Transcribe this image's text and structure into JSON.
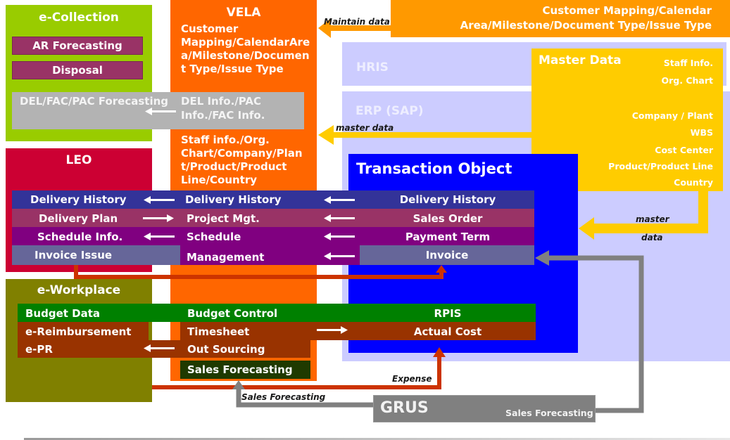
{
  "colors": {
    "ecollection": "#99cc00",
    "vela": "#ff6600",
    "leo": "#cc0033",
    "eworkplace": "#808000",
    "external_top": "#ff9900",
    "lavender": "#ccccff",
    "master_data": "#ffcc00",
    "transaction": "#0000ff",
    "grus": "#808080",
    "row_blue": "#333399",
    "row_rose": "#993366",
    "row_purple": "#800080",
    "row_slate": "#666699",
    "row_green": "#008000",
    "row_brown": "#993300",
    "row_darkgreen": "#1f3a00",
    "link_red": "#cc3300",
    "gray_light": "#b3b3b3"
  },
  "ecollection": {
    "title": "e-Collection",
    "items": [
      "AR Forecasting",
      "Disposal"
    ],
    "forecast": "DEL/FAC/PAC Forecasting"
  },
  "vela": {
    "title": "VELA",
    "mapping": [
      "Customer",
      "Mapping/CalendarAre",
      "a/Milestone/Documen",
      "t Type/Issue Type"
    ],
    "del_info": [
      "DEL Info./PAC",
      "Info./FAC Info."
    ],
    "staff": [
      "Staff info./Org.",
      "Chart/Company/Plan",
      "t/Product/Product",
      "Line/Country"
    ]
  },
  "external_top": {
    "lines": [
      "Customer Mapping/Calendar",
      "Area/Milestone/Document Type/Issue Type"
    ],
    "arrow_label": "Maintain data"
  },
  "hris": {
    "title": "HRIS"
  },
  "erp": {
    "title": "ERP (SAP)",
    "arrow_label": "master data"
  },
  "master_data": {
    "title": "Master Data",
    "items": [
      "Staff Info.",
      "Org. Chart",
      "Company / Plant",
      "WBS",
      "Cost Center",
      "Product/Product Line",
      "Country"
    ],
    "arrow_label_1": "master",
    "arrow_label_2": "data"
  },
  "leo": {
    "title": "LEO"
  },
  "transaction": {
    "title": "Transaction Object"
  },
  "flow_rows": [
    {
      "left": "Delivery History",
      "mid": "Delivery History",
      "right": "Delivery History",
      "left_arrow": "left",
      "right_arrow": "left"
    },
    {
      "left": "Delivery Plan",
      "mid": "Project Mgt.",
      "right": "Sales Order",
      "left_arrow": "right",
      "right_arrow": "left"
    },
    {
      "left": "Schedule Info.",
      "mid": "Schedule",
      "right": "Payment Term",
      "left_arrow": "left",
      "right_arrow": "left"
    },
    {
      "left": "Invoice Issue",
      "mid": "Management",
      "right": "Invoice",
      "left_arrow": "none",
      "right_arrow": "left"
    }
  ],
  "eworkplace": {
    "title": "e-Workplace",
    "rows": [
      {
        "left": "Budget Data",
        "mid": "Budget Control",
        "right": "RPIS"
      },
      {
        "left": "e-Reimbursement",
        "mid": "Timesheet",
        "right": "Actual Cost"
      },
      {
        "left": "e-PR",
        "mid": "Out Sourcing",
        "right": ""
      }
    ],
    "sales_forecasting": "Sales Forecasting"
  },
  "links": {
    "expense": "Expense",
    "sales_forecasting": "Sales Forecasting"
  },
  "grus": {
    "title": "GRUS",
    "sub": "Sales Forecasting"
  }
}
